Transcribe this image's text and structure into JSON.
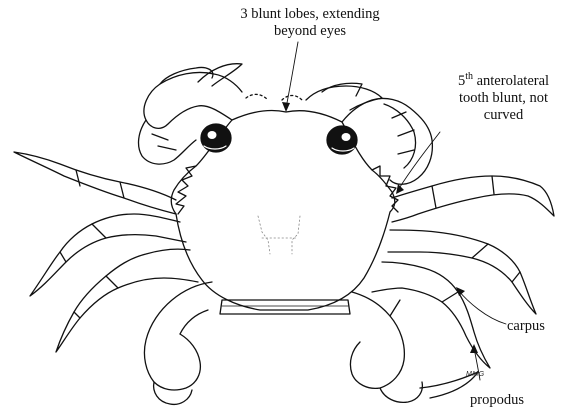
{
  "labels": {
    "lobes_line1": "3 blunt lobes, extending",
    "lobes_line2": "beyond eyes",
    "tooth_ordinal_num": "5",
    "tooth_ordinal_suffix": "th",
    "tooth_line1_rest": " anterolateral",
    "tooth_line2": "tooth blunt, not",
    "tooth_line3": "curved",
    "carpus": "carpus",
    "propodus": "propodus"
  },
  "signature": "MMG"
}
